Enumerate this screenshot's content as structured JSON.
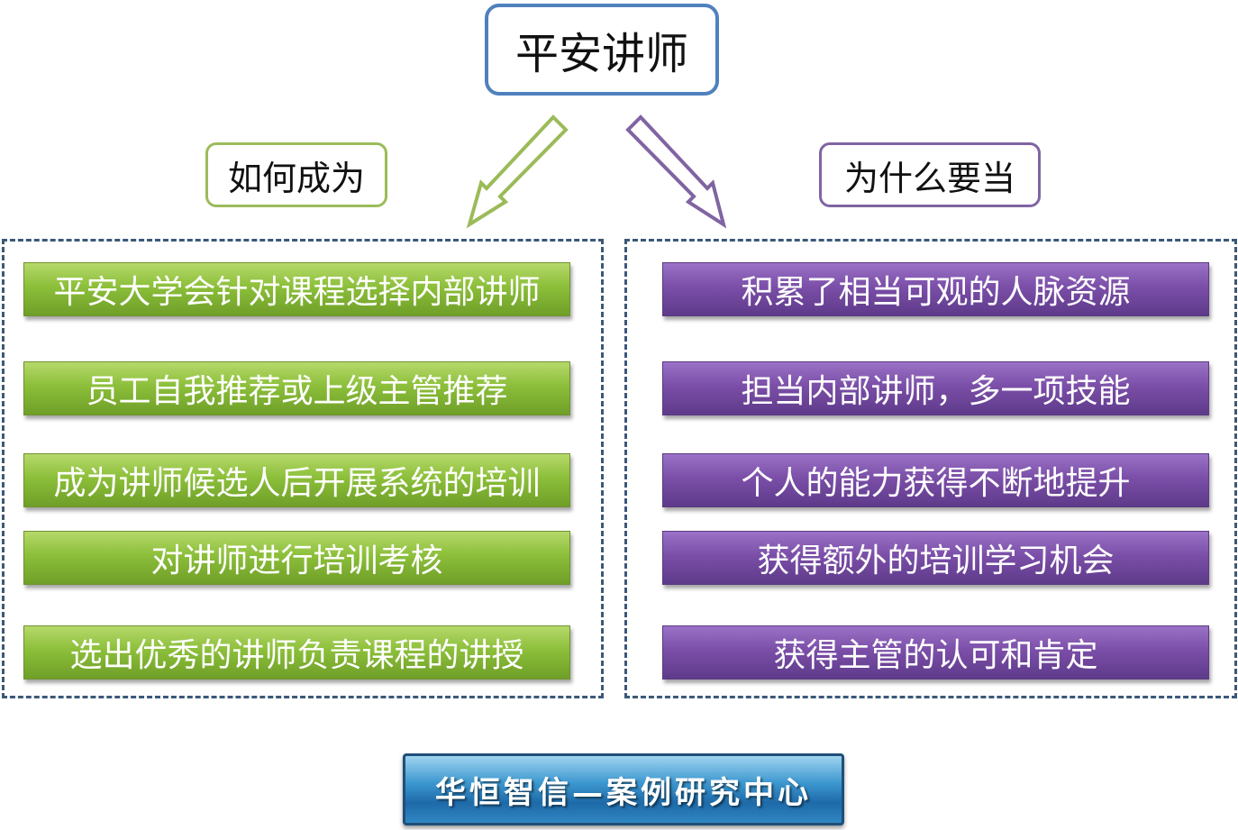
{
  "title": "平安讲师",
  "left": {
    "heading": "如何成为",
    "items": [
      "平安大学会针对课程选择内部讲师",
      "员工自我推荐或上级主管推荐",
      "成为讲师候选人后开展系统的培训",
      "对讲师进行培训考核",
      "选出优秀的讲师负责课程的讲授"
    ]
  },
  "right": {
    "heading": "为什么要当",
    "items": [
      "积累了相当可观的人脉资源",
      "担当内部讲师，多一项技能",
      "个人的能力获得不断地提升",
      "获得额外的培训学习机会",
      "获得主管的认可和肯定"
    ]
  },
  "footer": "华恒智信—案例研究中心",
  "colors": {
    "title_border": "#4f81bd",
    "left_accent": "#9bbb59",
    "right_accent": "#8064a2",
    "panel_border": "#3b5878"
  }
}
